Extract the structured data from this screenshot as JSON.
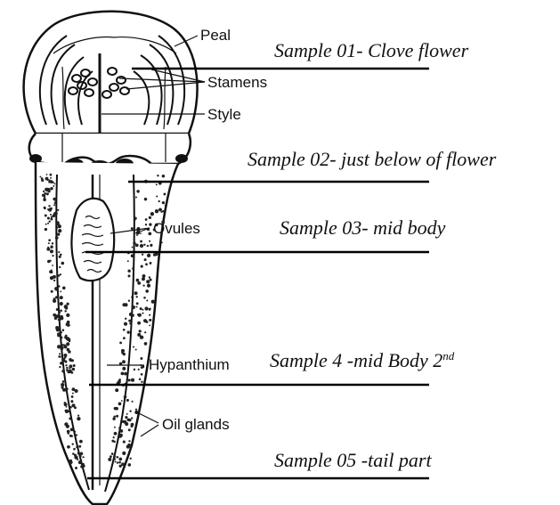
{
  "parts": {
    "peal": "Peal",
    "stamens": "Stamens",
    "style": "Style",
    "ovules": "Ovules",
    "hypanthium": "Hypanthium",
    "oil_glands": "Oil glands"
  },
  "samples": {
    "s1": "Sample 01- Clove flower",
    "s2": "Sample 02- just below of flower",
    "s3": "Sample 03- mid body",
    "s4_main": "Sample 4 -mid Body 2",
    "s4_sup": "nd",
    "s5": "Sample 05 -tail part"
  }
}
